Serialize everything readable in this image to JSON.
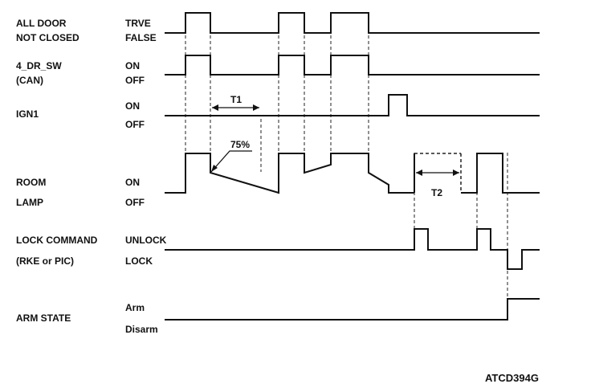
{
  "signals": [
    {
      "name_line1": "ALL DOOR",
      "name_line2": "NOT CLOSED",
      "state_high": "TRVE",
      "state_low": "FALSE"
    },
    {
      "name_line1": "4_DR_SW",
      "name_line2": "(CAN)",
      "state_high": "ON",
      "state_low": "OFF"
    },
    {
      "name_line1": "IGN1",
      "name_line2": "",
      "state_high": "ON",
      "state_low": "OFF"
    },
    {
      "name_line1": "ROOM",
      "name_line2": "LAMP",
      "state_high": "ON",
      "state_low": "OFF"
    },
    {
      "name_line1": "LOCK COMMAND",
      "name_line2": "(RKE or PIC)",
      "state_high": "UNLOCK",
      "state_low": "LOCK"
    },
    {
      "name_line1": "ARM STATE",
      "name_line2": "",
      "state_high": "Arm",
      "state_low": "Disarm"
    }
  ],
  "annotations": {
    "t1": "T1",
    "t2": "T2",
    "percent": "75%"
  },
  "figure_code": "ATCD394G"
}
